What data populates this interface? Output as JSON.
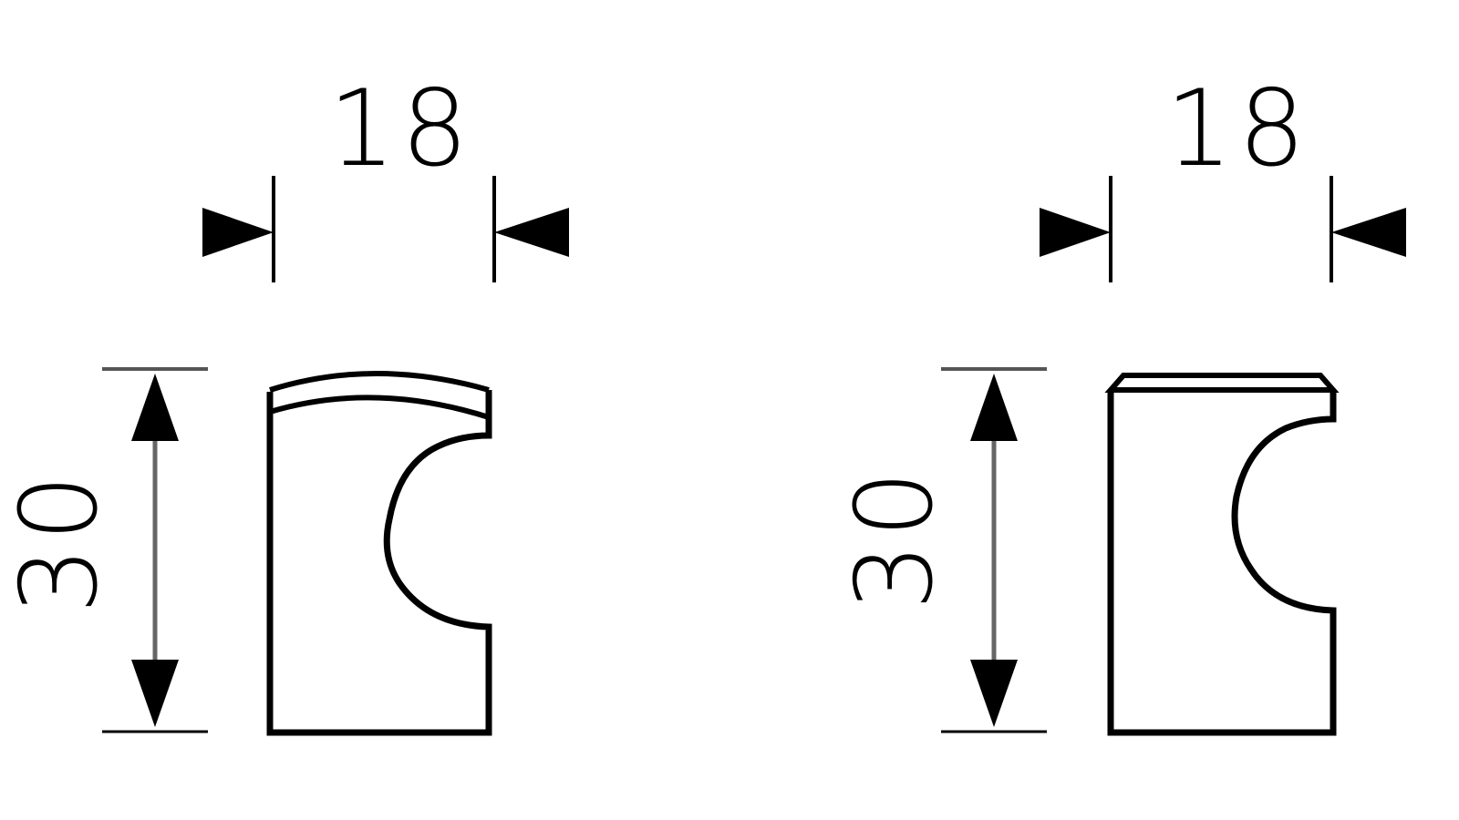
{
  "drawings": [
    {
      "name": "knob-variant-curved-top",
      "width_dimension": "18",
      "height_dimension": "30",
      "top_style": "curved"
    },
    {
      "name": "knob-variant-flat-chamfered-top",
      "width_dimension": "18",
      "height_dimension": "30",
      "top_style": "flat-chamfered"
    }
  ],
  "colors": {
    "line": "#000000",
    "background": "#ffffff"
  }
}
